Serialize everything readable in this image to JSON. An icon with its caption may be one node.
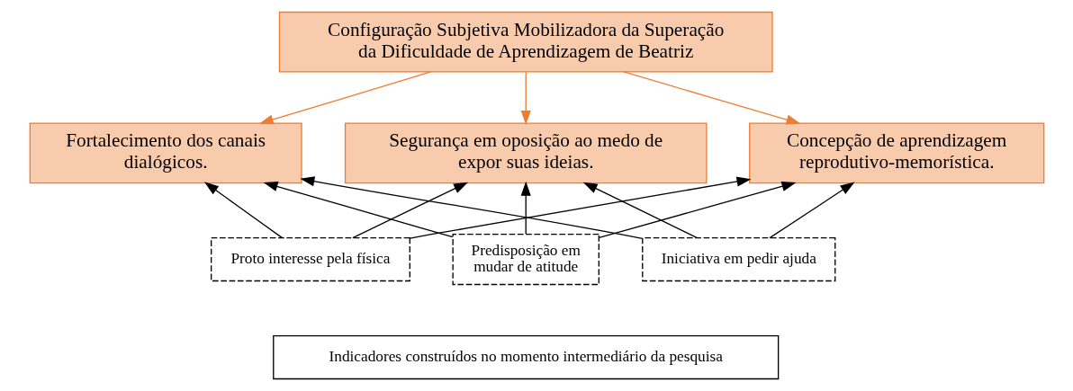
{
  "diagram": {
    "nodes": [
      {
        "text": [
          "Configuração Subjetiva Mobilizadora da Superação da Dificuldade de Aprendizagem de Beatriz"
        ]
      },
      {
        "text": [
          "Fortalecimento dos canais dialógicos."
        ]
      },
      {
        "text": [
          "Segurança em oposição ao medo de expor suas ideias."
        ]
      },
      {
        "text": [
          "Concepção de aprendizagem reprodutivo-memorística."
        ]
      },
      {
        "text": [
          "Proto interesse pela física"
        ]
      },
      {
        "text": [
          "Predisposição em mudar de atitude"
        ]
      },
      {
        "text": [
          "Iniciativa em pedir ajuda"
        ]
      },
      {
        "text": [
          "Indicadores construídos no momento intermediário da pesquisa"
        ]
      }
    ],
    "edges": [
      {
        "from": 0,
        "to": 1,
        "arrow": "to",
        "color": "#ed7d31"
      },
      {
        "from": 0,
        "to": 2,
        "arrow": "to",
        "color": "#ed7d31"
      },
      {
        "from": 0,
        "to": 3,
        "arrow": "to",
        "color": "#ed7d31"
      },
      {
        "from": 4,
        "to": 1,
        "arrow": "to"
      },
      {
        "from": 4,
        "to": 2,
        "arrow": "to"
      },
      {
        "from": 4,
        "to": 3,
        "arrow": "to"
      },
      {
        "from": 5,
        "to": 1,
        "arrow": "to"
      },
      {
        "from": 5,
        "to": 2,
        "arrow": "to"
      },
      {
        "from": 5,
        "to": 3,
        "arrow": "to"
      },
      {
        "from": 6,
        "to": 1,
        "arrow": "to"
      },
      {
        "from": 6,
        "to": 2,
        "arrow": "to"
      },
      {
        "from": 6,
        "to": 3,
        "arrow": "to"
      }
    ]
  }
}
